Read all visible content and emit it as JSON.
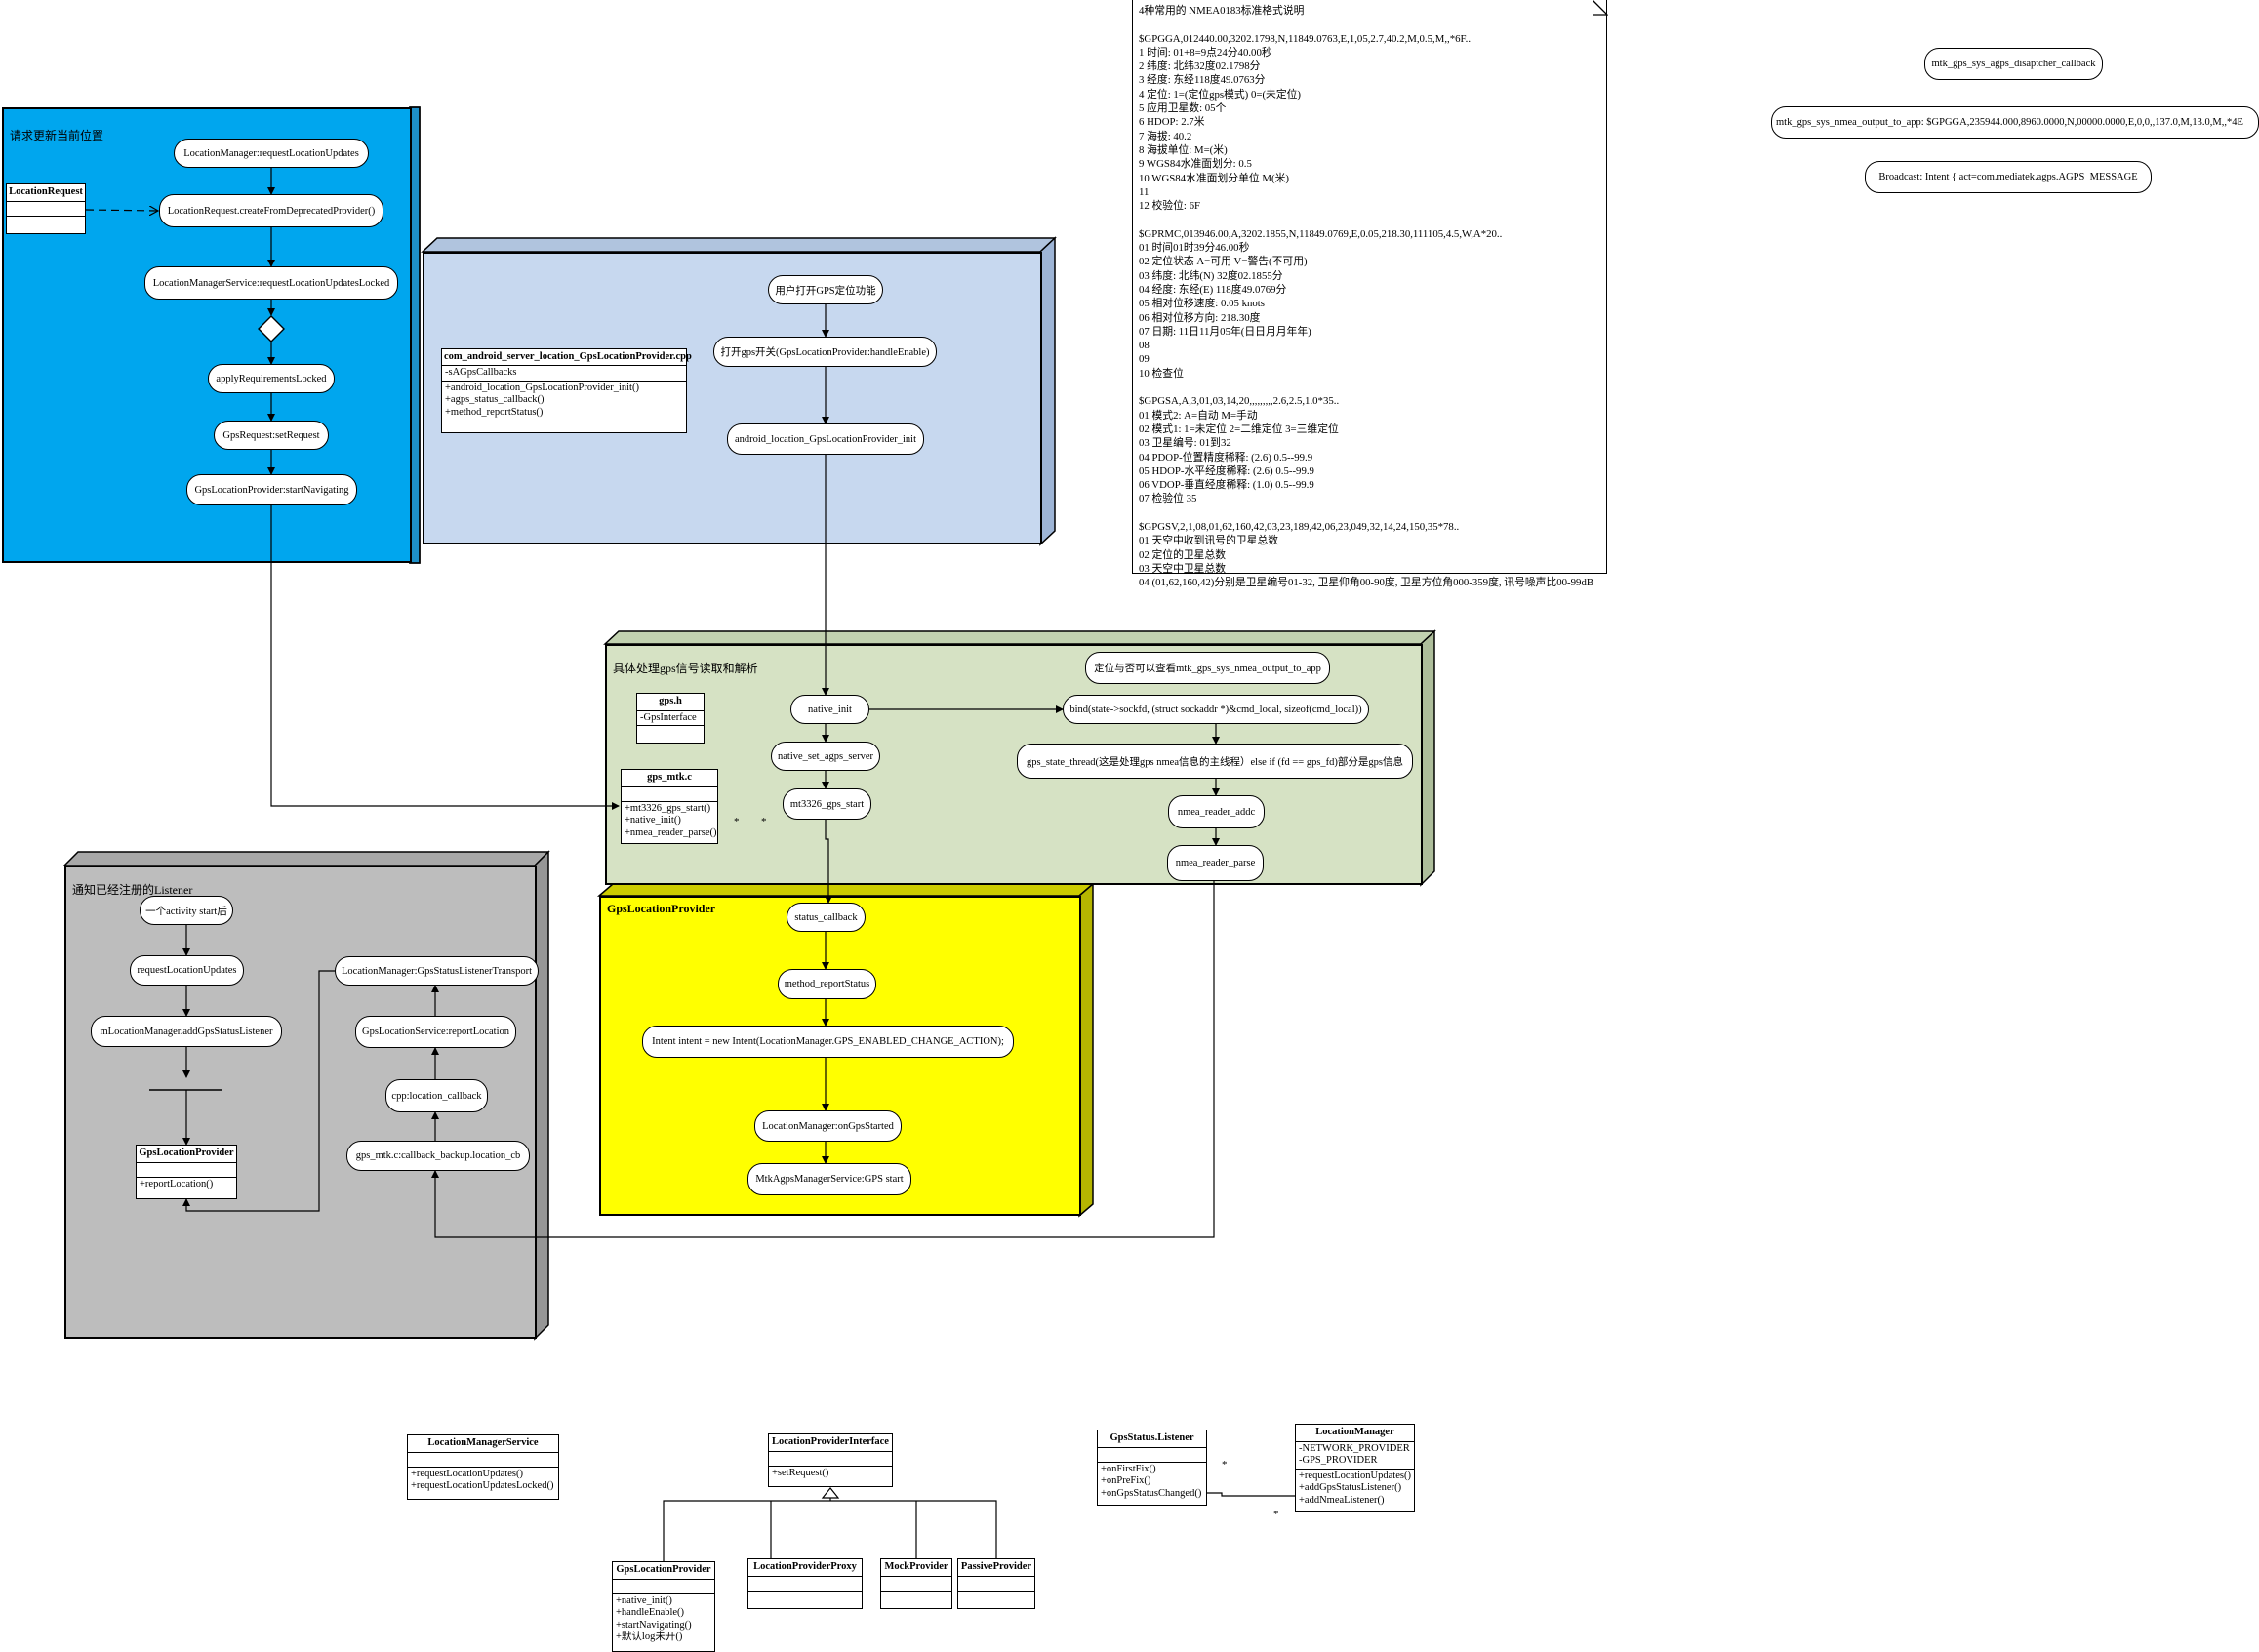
{
  "frames": {
    "request_title": "请求更新当前位置",
    "gps_read_title": "具体处理gps信号读取和解析",
    "notify_title": "通知已经注册的Listener",
    "gps_provider_title": "GpsLocationProvider"
  },
  "nodes": {
    "request_updates": "LocationManager:requestLocationUpdates",
    "create_provider": "LocationRequest.createFromDeprecatedProvider()",
    "service_request": "LocationManagerService:requestLocationUpdatesLocked",
    "apply_requirements": "applyRequirementsLocked",
    "gps_set_request": "GpsRequest:setRequest",
    "start_navigating": "GpsLocationProvider:startNavigating",
    "user_open_gps": "用户打开GPS定位功能",
    "open_switch": "打开gps开关(GpsLocationProvider:handleEnable)",
    "android_init": "android_location_GpsLocationProvider_init",
    "native_init": "native_init",
    "native_set_agps": "native_set_agps_server",
    "mt3326_start": "mt3326_gps_start",
    "check_output": "定位与否可以查看mtk_gps_sys_nmea_output_to_app",
    "bind": "bind(state->sockfd, (struct sockaddr *)&cmd_local, sizeof(cmd_local))",
    "state_thread": "gps_state_thread(这是处理gps nmea信息的主线程）else if (fd == gps_fd)部分是gps信息",
    "nmea_add": "nmea_reader_addc",
    "nmea_parse": "nmea_reader_parse",
    "status_callback": "status_callback",
    "method_report_status": "method_reportStatus",
    "intent": "Intent intent = new Intent(LocationManager.GPS_ENABLED_CHANGE_ACTION);",
    "on_gps_started": "LocationManager:onGpsStarted",
    "agps_start": "MtkAgpsManagerService:GPS start",
    "activity_start": "一个activity start后",
    "request_location_updates": "requestLocationUpdates",
    "add_gps_status_listener": "mLocationManager.addGpsStatusListener",
    "listener_transport": "LocationManager:GpsStatusListenerTransport",
    "report_location": "GpsLocationService:reportLocation",
    "cpp_location_callback": "cpp:location_callback",
    "callback_backup": "gps_mtk.c:callback_backup.location_cb",
    "dispatcher_callback": "mtk_gps_sys_agps_disaptcher_callback",
    "nmea_output": "mtk_gps_sys_nmea_output_to_app: $GPGGA,235944.000,8960.0000,N,00000.0000,E,0,0,,137.0,M,13.0,M,,*4E",
    "broadcast": "Broadcast: Intent { act=com.mediatek.agps.AGPS_MESSAGE"
  },
  "classes": {
    "location_request": {
      "name": "LocationRequest",
      "attrs": [],
      "methods": []
    },
    "jni_cpp": {
      "name": "com_android_server_location_GpsLocationProvider.cpp",
      "attrs": [
        "-sAGpsCallbacks"
      ],
      "methods": [
        "+android_location_GpsLocationProvider_init()",
        "+agps_status_callback()",
        "+method_reportStatus()"
      ]
    },
    "gps_h": {
      "name": "gps.h",
      "attrs": [
        "-GpsInterface"
      ],
      "methods": []
    },
    "gps_mtk_c": {
      "name": "gps_mtk.c",
      "attrs": [],
      "methods": [
        "+mt3326_gps_start()",
        "+native_init()",
        "+nmea_reader_parse()"
      ]
    },
    "gps_location_provider_small": {
      "name": "GpsLocationProvider",
      "attrs": [],
      "methods": [
        "+reportLocation()"
      ]
    },
    "location_manager_service": {
      "name": "LocationManagerService",
      "attrs": [],
      "methods": [
        "+requestLocationUpdates()",
        "+requestLocationUpdatesLocked()"
      ]
    },
    "location_provider_interface": {
      "name": "LocationProviderInterface",
      "attrs": [],
      "methods": [
        "+setRequest()"
      ]
    },
    "gps_location_provider": {
      "name": "GpsLocationProvider",
      "attrs": [],
      "methods": [
        "+native_init()",
        "+handleEnable()",
        "+startNavigating()",
        "+默认log未开()"
      ]
    },
    "location_provider_proxy": {
      "name": "LocationProviderProxy",
      "attrs": [],
      "methods": []
    },
    "mock_provider": {
      "name": "MockProvider",
      "attrs": [],
      "methods": []
    },
    "passive_provider": {
      "name": "PassiveProvider",
      "attrs": [],
      "methods": []
    },
    "gps_status_listener": {
      "name": "GpsStatus.Listener",
      "attrs": [],
      "methods": [
        "+onFirstFix()",
        "+onPreFix()",
        "+onGpsStatusChanged()"
      ]
    },
    "location_manager": {
      "name": "LocationManager",
      "attrs": [
        "-NETWORK_PROVIDER",
        "-GPS_PROVIDER"
      ],
      "methods": [
        "+requestLocationUpdates()",
        "+addGpsStatusListener()",
        "+addNmeaListener()"
      ]
    }
  },
  "annotations": {
    "star": "*"
  },
  "note_lines": [
    "4种常用的 NMEA0183标准格式说明",
    "",
    "$GPGGA,012440.00,3202.1798,N,11849.0763,E,1,05,2.7,40.2,M,0.5,M,,*6F..",
    "1 时间: 01+8=9点24分40.00秒",
    "2 纬度: 北纬32度02.1798分",
    "3 经度: 东经118度49.0763分",
    "4 定位: 1=(定位gps模式) 0=(未定位)",
    "5 应用卫星数: 05个",
    "6 HDOP: 2.7米",
    "7 海拔: 40.2",
    "8 海拔单位: M=(米)",
    "9 WGS84水准面划分: 0.5",
    "10 WGS84水准面划分单位 M(米)",
    "11",
    "12 校验位: 6F",
    "",
    "$GPRMC,013946.00,A,3202.1855,N,11849.0769,E,0.05,218.30,111105,4.5,W,A*20..",
    "01 时间01时39分46.00秒",
    "02 定位状态 A=可用 V=警告(不可用)",
    "03 纬度: 北纬(N) 32度02.1855分",
    "04 经度: 东经(E) 118度49.0769分",
    "05 相对位移速度: 0.05 knots",
    "06 相对位移方向: 218.30度",
    "07 日期: 11日11月05年(日日月月年年)",
    "08",
    "09",
    "10 检查位",
    "",
    "$GPGSA,A,3,01,03,14,20,,,,,,,,,2.6,2.5,1.0*35..",
    "01 模式2: A=自动 M=手动",
    "02 模式1: 1=未定位 2=二维定位 3=三维定位",
    "03 卫星编号: 01到32",
    "04 PDOP-位置精度稀释: (2.6) 0.5--99.9",
    "05 HDOP-水平经度稀释: (2.6) 0.5--99.9",
    "06 VDOP-垂直经度稀释: (1.0) 0.5--99.9",
    "07 检验位 35",
    "",
    "$GPGSV,2,1,08,01,62,160,42,03,23,189,42,06,23,049,32,14,24,150,35*78..",
    "01 天空中收到讯号的卫星总数",
    "02 定位的卫星总数",
    "03 天空中卫星总数",
    "04 (01,62,160,42)分别是卫星编号01-32, 卫星仰角00-90度, 卫星方位角000-359度, 讯号噪声比00-99dB"
  ]
}
